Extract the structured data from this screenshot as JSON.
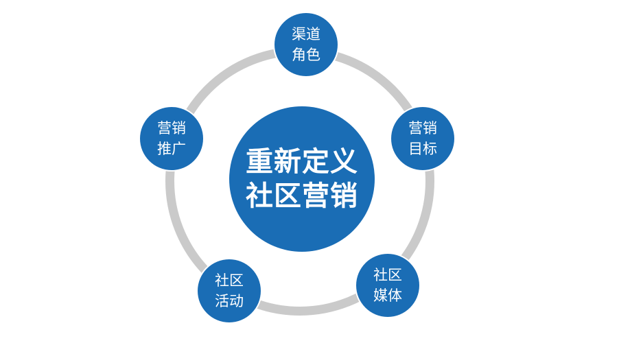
{
  "diagram": {
    "type": "hub-and-ring",
    "colors": {
      "node_fill": "#1a6db5",
      "ring": "#cacaca",
      "text": "#ffffff",
      "background": "#ffffff"
    },
    "center": {
      "line1": "重新定义",
      "line2": "社区营销"
    },
    "nodes": [
      {
        "id": "top",
        "line1": "渠道",
        "line2": "角色"
      },
      {
        "id": "right",
        "line1": "营销",
        "line2": "目标"
      },
      {
        "id": "bottom-right",
        "line1": "社区",
        "line2": "媒体"
      },
      {
        "id": "bottom-left",
        "line1": "社区",
        "line2": "活动"
      },
      {
        "id": "left",
        "line1": "营销",
        "line2": "推广"
      }
    ]
  }
}
